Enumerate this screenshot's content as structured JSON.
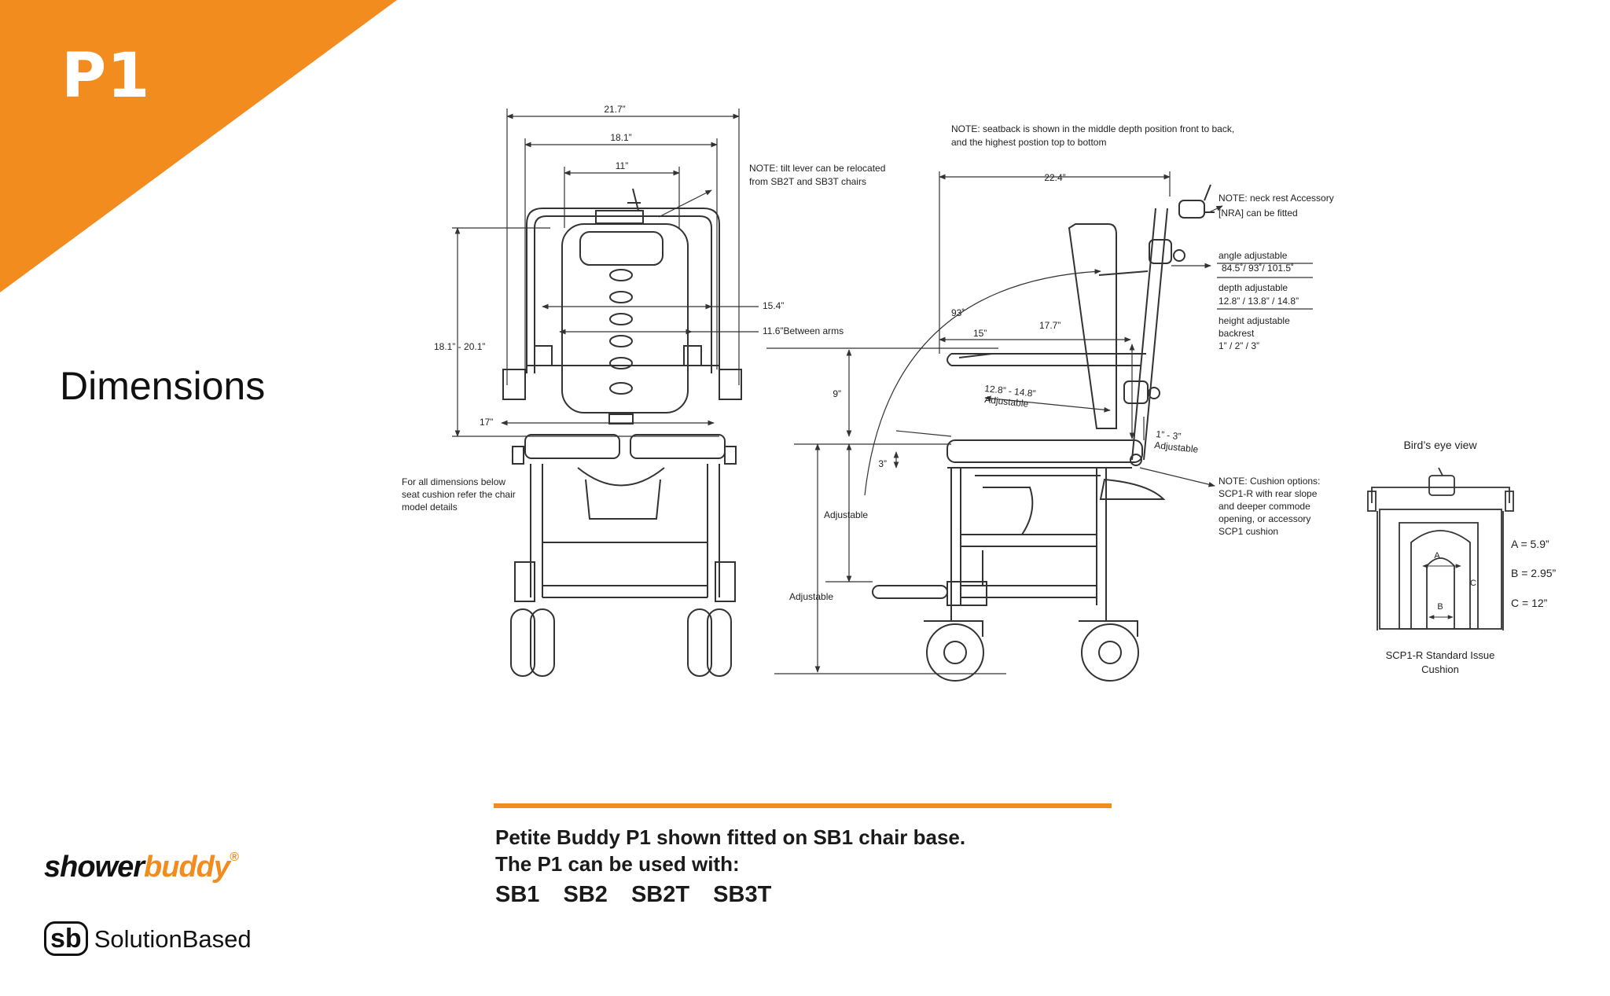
{
  "header": {
    "model": "P1",
    "accent_color": "#f28c1f",
    "title": "Dimensions"
  },
  "front_view": {
    "width_outer": "21.7”",
    "width_mid": "18.1”",
    "width_inner": "11”",
    "height_range": "18.1” - 20.1”",
    "arms_outer": "15.4”",
    "between_arms": "11.6”Between arms",
    "seat_width": "17”",
    "note_tilt": [
      "NOTE: tilt lever can be relocated",
      "from SB2T and SB3T chairs"
    ],
    "note_seat": [
      "For all dimensions below",
      "seat cushion refer the chair",
      "model details"
    ]
  },
  "side_view": {
    "note_seatback": [
      "NOTE: seatback is shown in the middle depth position front to back,",
      "and the highest postion top to bottom"
    ],
    "depth_overall": "22.4”",
    "note_neck": [
      "NOTE: neck rest Accessory",
      "[NRA] can be fitted"
    ],
    "angle_label": "angle adjustable",
    "angle_values": "84.5˚/ 93˚/ 101.5˚",
    "depth_label": "depth adjustable",
    "depth_values": "12.8” / 13.8” / 14.8”",
    "height_label": "height adjustable",
    "height_label2": "backrest",
    "height_values": "1” / 2” / 3”",
    "angle_93": "93˚",
    "arm_length": "15”",
    "back_height": "17.7”",
    "seat_depth": "12.8” - 14.8”",
    "seat_depth_note": "Adjustable",
    "arm_height": "9”",
    "seat_offset": "3”",
    "tilt_range": "1” - 3”",
    "tilt_note": "Adjustable",
    "adjustable_1": "Adjustable",
    "adjustable_2": "Adjustable",
    "note_cushion": [
      "NOTE: Cushion options:",
      "SCP1-R with rear slope",
      "and deeper commode",
      "opening, or accessory",
      "SCP1 cushion"
    ]
  },
  "birds_eye": {
    "title": "Bird’s eye view",
    "dim_a": "A = 5.9”",
    "dim_b": "B = 2.95”",
    "dim_c": "C = 12”",
    "label_a": "A",
    "label_b": "B",
    "label_c": "C",
    "caption_1": "SCP1-R Standard Issue",
    "caption_2": "Cushion"
  },
  "footer": {
    "caption_line1": "Petite Buddy P1 shown fitted on SB1 chair base.",
    "caption_line2": "The P1 can be used with:",
    "compatible": [
      "SB1",
      "SB2",
      "SB2T",
      "SB3T"
    ],
    "brand_part1": "shower",
    "brand_part2": "buddy",
    "brand_reg": "®",
    "company_mark": "sb",
    "company_name": "SolutionBased"
  }
}
